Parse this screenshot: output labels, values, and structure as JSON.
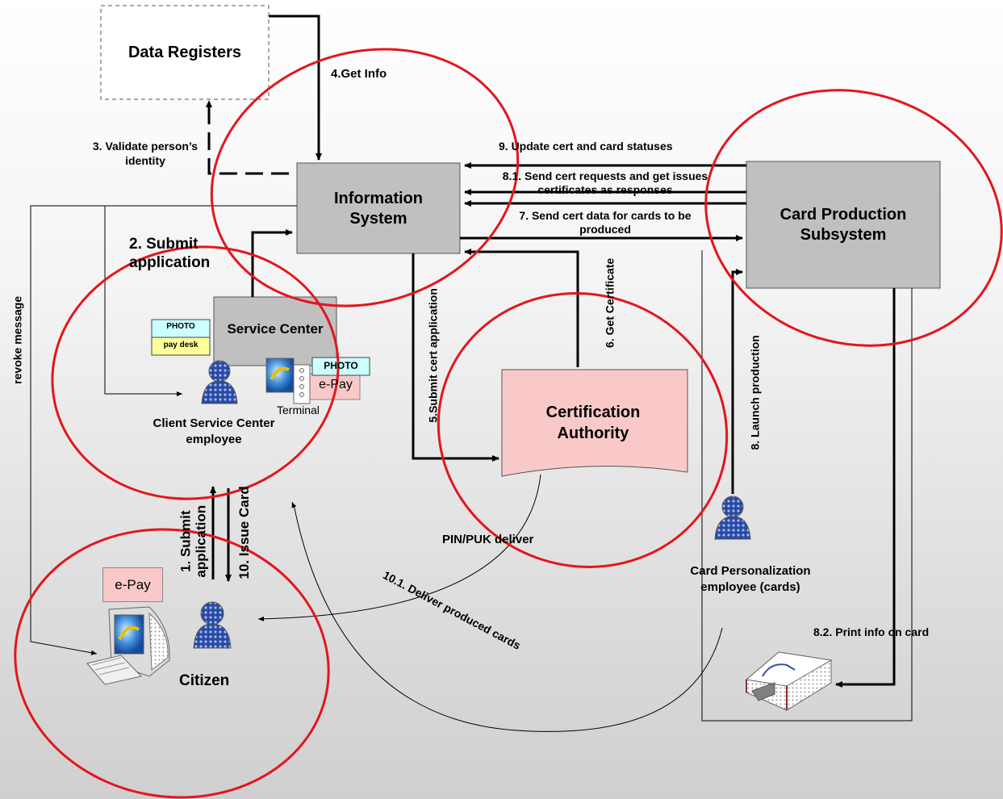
{
  "boxes": {
    "data_registers": "Data Registers",
    "information_system": "Information System",
    "card_production": "Card Production Subsystem",
    "service_center": "Service Center",
    "certification_authority": "Certification Authority"
  },
  "flows": {
    "get_info": "4.Get Info",
    "validate_identity": "3. Validate person’s identity",
    "update_statuses": "9. Update cert and card statuses",
    "send_cert_requests": "8.1. Send cert requests and get issues certificates as responses",
    "send_cert_data": "7. Send cert data for cards to be produced",
    "submit_application_2": "2. Submit application",
    "revoke_message": "revoke message",
    "submit_cert_application": "5.Submit cert application",
    "get_certificate": "6. Get Certificate",
    "launch_production": "8. Launch production",
    "submit_application_1": "1. Submit application",
    "issue_card": "10. Issue Card",
    "pin_puk_deliver": "PIN/PUK deliver",
    "deliver_cards": "10.1. Deliver produced cards",
    "print_info": "8.2. Print info on card"
  },
  "actors": {
    "client_employee": "Client Service Center employee",
    "card_personalization": "Card Personalization employee (cards)",
    "citizen": "Citizen"
  },
  "widgets": {
    "photo": "PHOTO",
    "pay_desk": "pay desk",
    "epay": "e-Pay",
    "terminal": "Terminal"
  },
  "colors": {
    "highlight_circle": "#e3161c",
    "info_box": "#c0c0c0",
    "ca_box": "#f9c9c9",
    "photo_box": "#ccffff",
    "pay_desk_box": "#ffff99",
    "person": "#1f3f8f"
  }
}
